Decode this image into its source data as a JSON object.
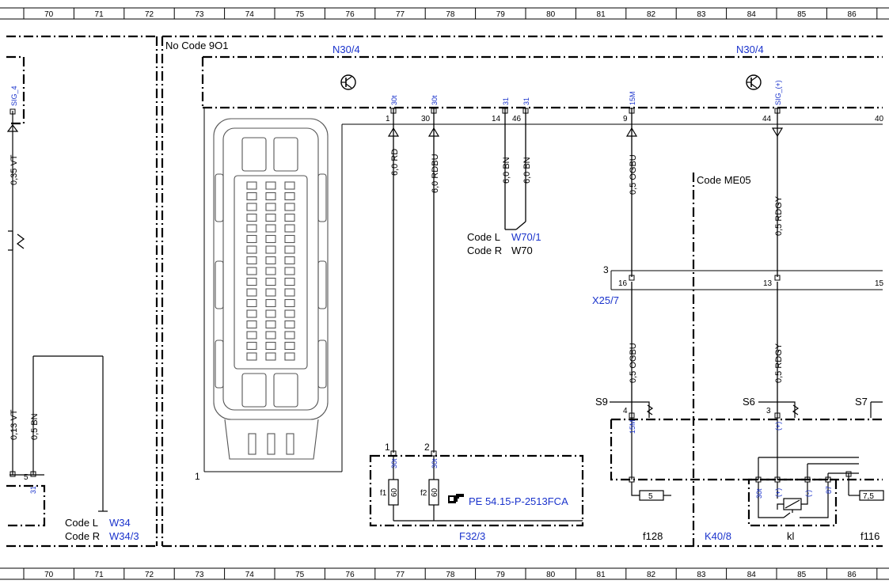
{
  "grid_columns": [
    "70",
    "71",
    "72",
    "73",
    "74",
    "75",
    "76",
    "77",
    "78",
    "79",
    "80",
    "81",
    "82",
    "83",
    "84",
    "85",
    "86"
  ],
  "zone_label": "No Code 9O1",
  "code_me05_label": "Code ME05",
  "components": {
    "n30_left": "N30/4",
    "n30_right": "N30/4",
    "x25": "X25/7",
    "f32": "F32/3",
    "k40": "K40/8",
    "ecu_pin_label": "1"
  },
  "pin_labels": {
    "sig4": "SIG_4",
    "p1_top": "30t",
    "p30_top": "30t",
    "p14_top": "31",
    "p46_top": "31",
    "p9_top": "15M",
    "p44_top": "SIG_(+)",
    "p1": "1",
    "p30": "30",
    "p14": "14",
    "p46": "46",
    "p9": "9",
    "p44": "44",
    "p40": "40",
    "x25_3": "3",
    "x25_16": "16",
    "x25_13": "13",
    "x25_15": "15",
    "f1_pin": "1",
    "f2_pin": "2",
    "f1_top": "30t",
    "f2_top": "30t",
    "s9_pin": "4",
    "s9_side": "15M",
    "s6_pin": "3",
    "s6_side": "(+)",
    "left_5": "5",
    "left_31": "31",
    "k_30t": "30t",
    "k_plus": "(+)",
    "k_minus": "(-)",
    "k_87": "87"
  },
  "wires": {
    "w035vt": "0,35 VT",
    "w013vt": "0,13 VT",
    "w05bn": "0,5 BN",
    "w60rd": "6,0 RD",
    "w60rdbu": "6,0 RDBU",
    "w60bn1": "6,0 BN",
    "w60bn2": "6,0 BN",
    "w05ogbu_a": "0,5 OGBU",
    "w05rdgy_a": "0,5 RDGY",
    "w05ogbu_b": "0,5 OGBU",
    "w05rdgy_b": "0,5 RDGY"
  },
  "code_refs": {
    "w70_l_code": "Code L",
    "w70_l_val": "W70/1",
    "w70_r_code": "Code R",
    "w70_r_val": "W70",
    "w34_l_code": "Code L",
    "w34_l_val": "W34",
    "w34_r_code": "Code R",
    "w34_r_val": "W34/3"
  },
  "splices": {
    "s9": "S9",
    "s6": "S6",
    "s7": "S7"
  },
  "fuses": {
    "f1": "f1",
    "f1_val": "60",
    "f2": "f2",
    "f2_val": "60",
    "f128": "f128",
    "f128_val": "5",
    "f116": "f116",
    "f116_val": "7,5",
    "kl": "kl"
  },
  "reference": {
    "icon": "hand-pointer-icon",
    "text": "PE 54.15-P-2513FCA"
  },
  "colors": {
    "ink": "#000000",
    "link": "#1a33cc"
  }
}
